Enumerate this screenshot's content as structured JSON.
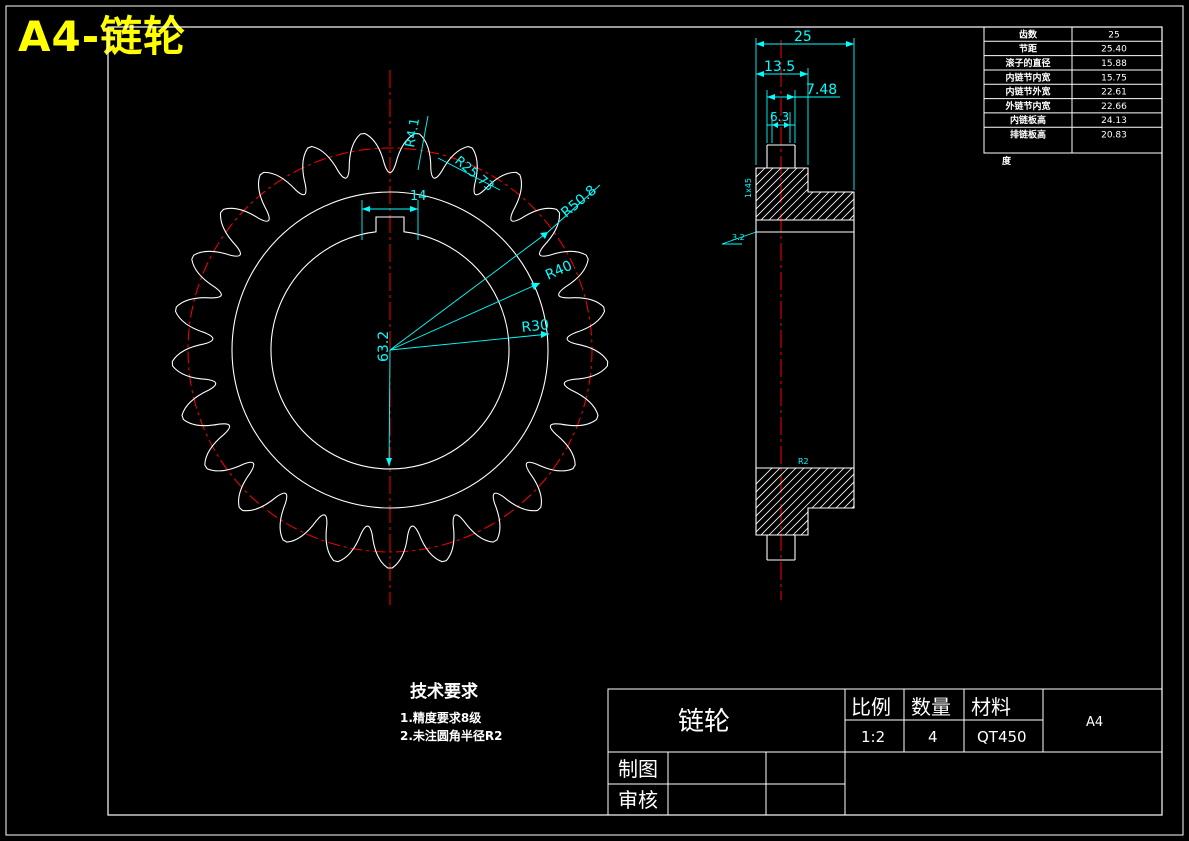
{
  "sheet_label": "A4-链轮",
  "params_table": {
    "rows": [
      {
        "label": "齿数",
        "value": "25"
      },
      {
        "label": "节距",
        "value": "25.40"
      },
      {
        "label": "滚子的直径",
        "value": "15.88"
      },
      {
        "label": "内链节内宽",
        "value": "15.75"
      },
      {
        "label": "内链节外宽",
        "value": "22.61"
      },
      {
        "label": "外链节内宽",
        "value": "22.66"
      },
      {
        "label": "内链板高",
        "value": "24.13"
      },
      {
        "label": "排链板高",
        "value": "20.83"
      }
    ],
    "tail": "度"
  },
  "front_view": {
    "tooth_count": 25,
    "dimensions": {
      "tooth_radius": "R4.1",
      "roller_seat_radius": "R25.73",
      "tip_radius": "R50.8",
      "hub_radius": "R40",
      "bore_radius": "R30",
      "keyway_width": "14",
      "keyway_depth": "63.2"
    }
  },
  "side_view": {
    "dimensions": {
      "overall_width": "25",
      "hub_width": "13.5",
      "tooth_width": "7.48",
      "tooth_tip_width": "6.3",
      "chamfer_1": "1x45",
      "chamfer_2": "R2"
    },
    "roughness": "3.2"
  },
  "tech_requirements": {
    "heading": "技术要求",
    "items": [
      "1.精度要求8级",
      "2.未注圆角半径R2"
    ]
  },
  "title_block": {
    "part_name": "链轮",
    "scale_label": "比例",
    "scale_value": "1:2",
    "qty_label": "数量",
    "qty_value": "4",
    "material_label": "材料",
    "material_value": "QT450",
    "sheet_size": "A4",
    "drawn_label": "制图",
    "check_label": "审核"
  },
  "colors": {
    "line": "#ffffff",
    "dimension": "#00ffff",
    "center_line": "#ff0000",
    "title": "#ffff00"
  }
}
